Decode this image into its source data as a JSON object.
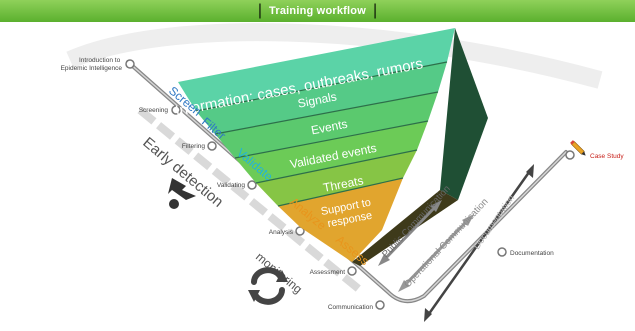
{
  "banner": {
    "title": "Training workflow"
  },
  "colors": {
    "banner": "#6cbf3f",
    "tier_top": "#5bd3a7",
    "tier_bottom": "#e1a52e",
    "process_blue": "#2f78c4",
    "process_cyan": "#23b3d9",
    "process_orange": "#e8951c",
    "case_study_red": "#d61c1c"
  },
  "stages": [
    {
      "label": "Introduction to\nEpidemic Intelligence"
    },
    {
      "label": "Screening"
    },
    {
      "label": "Filtering"
    },
    {
      "label": "Validating"
    },
    {
      "label": "Analysis"
    },
    {
      "label": "Assessment"
    },
    {
      "label": "Communication"
    },
    {
      "label": "Documentation"
    },
    {
      "label": "Case Study"
    }
  ],
  "pyramid": {
    "tiers": [
      "Information: cases, outbreaks, rumors",
      "Signals",
      "Events",
      "Validated events",
      "Threats",
      "Support to\nresponse"
    ]
  },
  "process": {
    "screen": "Screen",
    "filter": "Filter",
    "validate": "Validate",
    "analyze": "Analyze",
    "assess": "Assess"
  },
  "phases": {
    "early_detection": "Early detection",
    "monitoring": "monitoring"
  },
  "arrows": {
    "public": "Public Communication",
    "operational": "Operational Communication",
    "documentation": "Documentation"
  }
}
